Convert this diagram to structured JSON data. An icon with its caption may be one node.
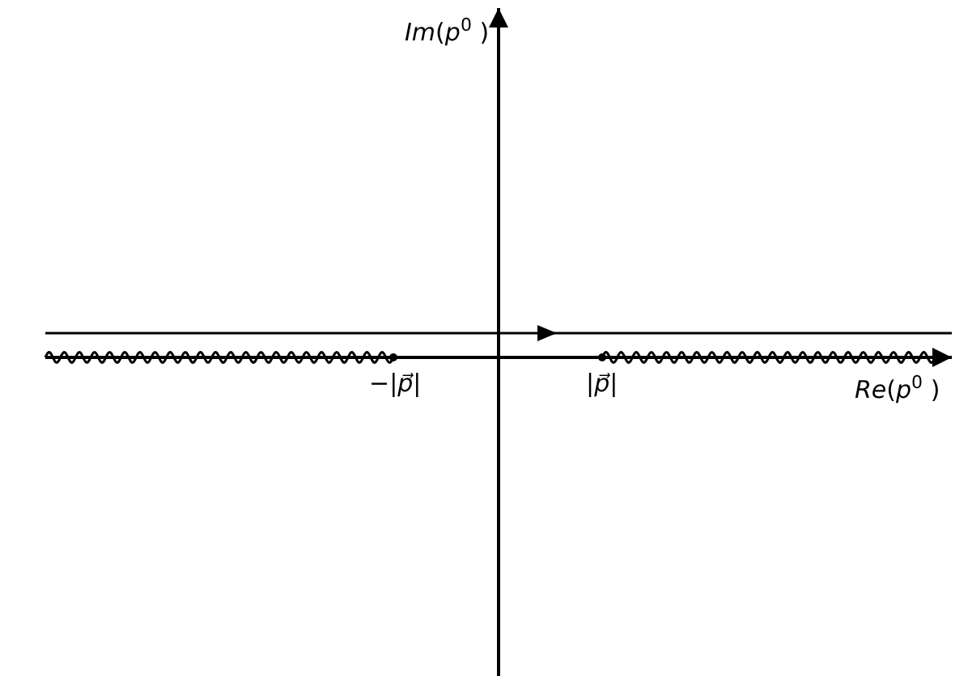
{
  "diagram": {
    "labels": [
      "*Im*(*p*$^{0}$ )",
      "−|*p⃗*|",
      "|*p⃗*|",
      "*Re*(*p*$^{0}$ )"
    ]
  }
}
